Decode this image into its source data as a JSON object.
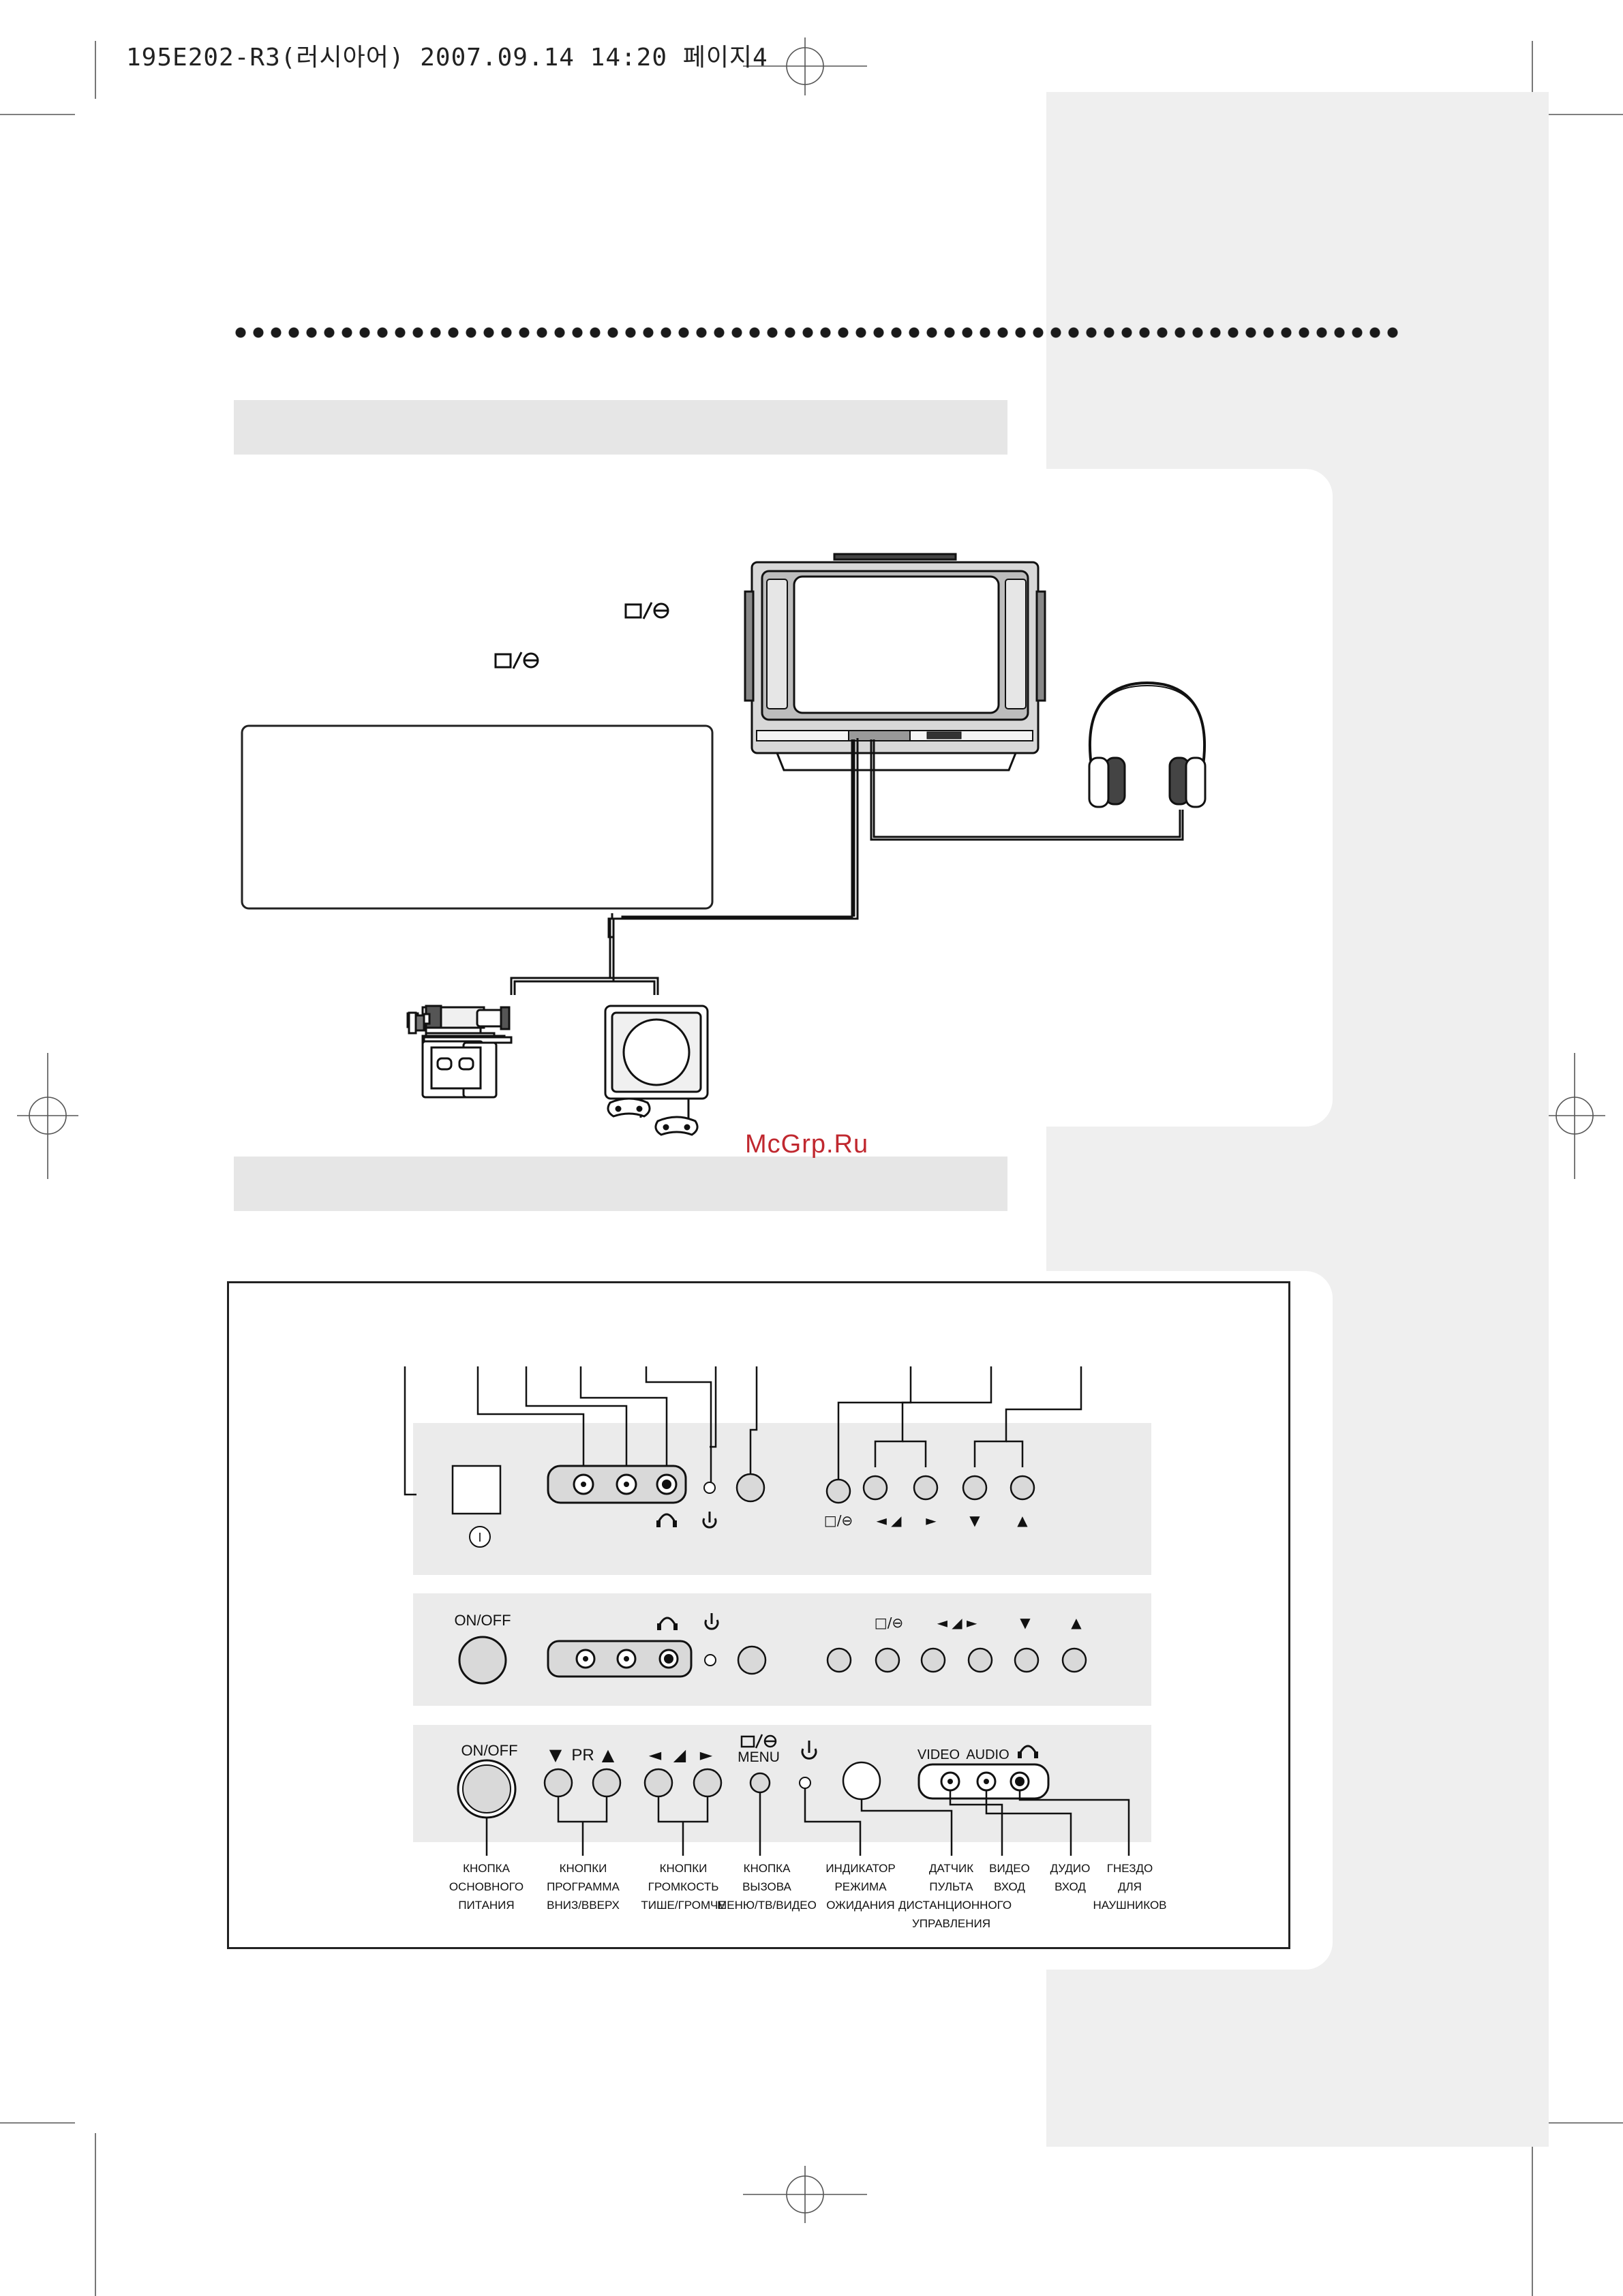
{
  "page_header": "195E202-R3(러시아어) 2007.09.14 14:20 페이지4",
  "watermark": "McGrp.Ru",
  "connection_diagram": {
    "source_mode_icon": "tv-av-switch-icon"
  },
  "control_panels": {
    "panel1": {
      "power_symbol": "I",
      "button_symbols": [
        "□/⊖",
        "◄ ◢",
        "►",
        "▼",
        "▲"
      ]
    },
    "panel2": {
      "onoff_label": "ON/OFF",
      "button_symbols": [
        "□/⊖",
        "◄ ◢ ►",
        "▼",
        "▲"
      ]
    },
    "panel3": {
      "onoff_label": "ON/OFF",
      "pr_label": "PR",
      "menu_label": "MENU",
      "video_label": "VIDEO",
      "audio_label": "AUDIO",
      "callouts": [
        {
          "lines": [
            "КНОПКА",
            "ОСНОВНОГО",
            "ПИТАНИЯ"
          ]
        },
        {
          "lines": [
            "КНОПКИ",
            "ПРОГРАММА",
            "ВНИЗ/ВВЕРХ"
          ]
        },
        {
          "lines": [
            "КНОПКИ",
            "ГРОМКОСТЬ",
            "ТИШЕ/ГРОМЧЕ"
          ]
        },
        {
          "lines": [
            "КНОПКА",
            "ВЫЗОВА",
            "МЕНЮ/ТВ/ВИДЕО"
          ]
        },
        {
          "lines": [
            "ИНДИКАТОР",
            "РЕЖИМА",
            "ОЖИДАНИЯ"
          ]
        },
        {
          "lines": [
            "ДАТЧИК",
            "ПУЛЬТА",
            "ДИСТАНЦИОННОГО",
            "УПРАВЛЕНИЯ"
          ]
        },
        {
          "lines": [
            "ВИДЕО",
            "ВХОД"
          ]
        },
        {
          "lines": [
            "ДУДИО",
            "ВХОД"
          ]
        },
        {
          "lines": [
            "ГНЕЗДО",
            "ДЛЯ",
            "НАУШНИКОВ"
          ]
        }
      ]
    }
  }
}
